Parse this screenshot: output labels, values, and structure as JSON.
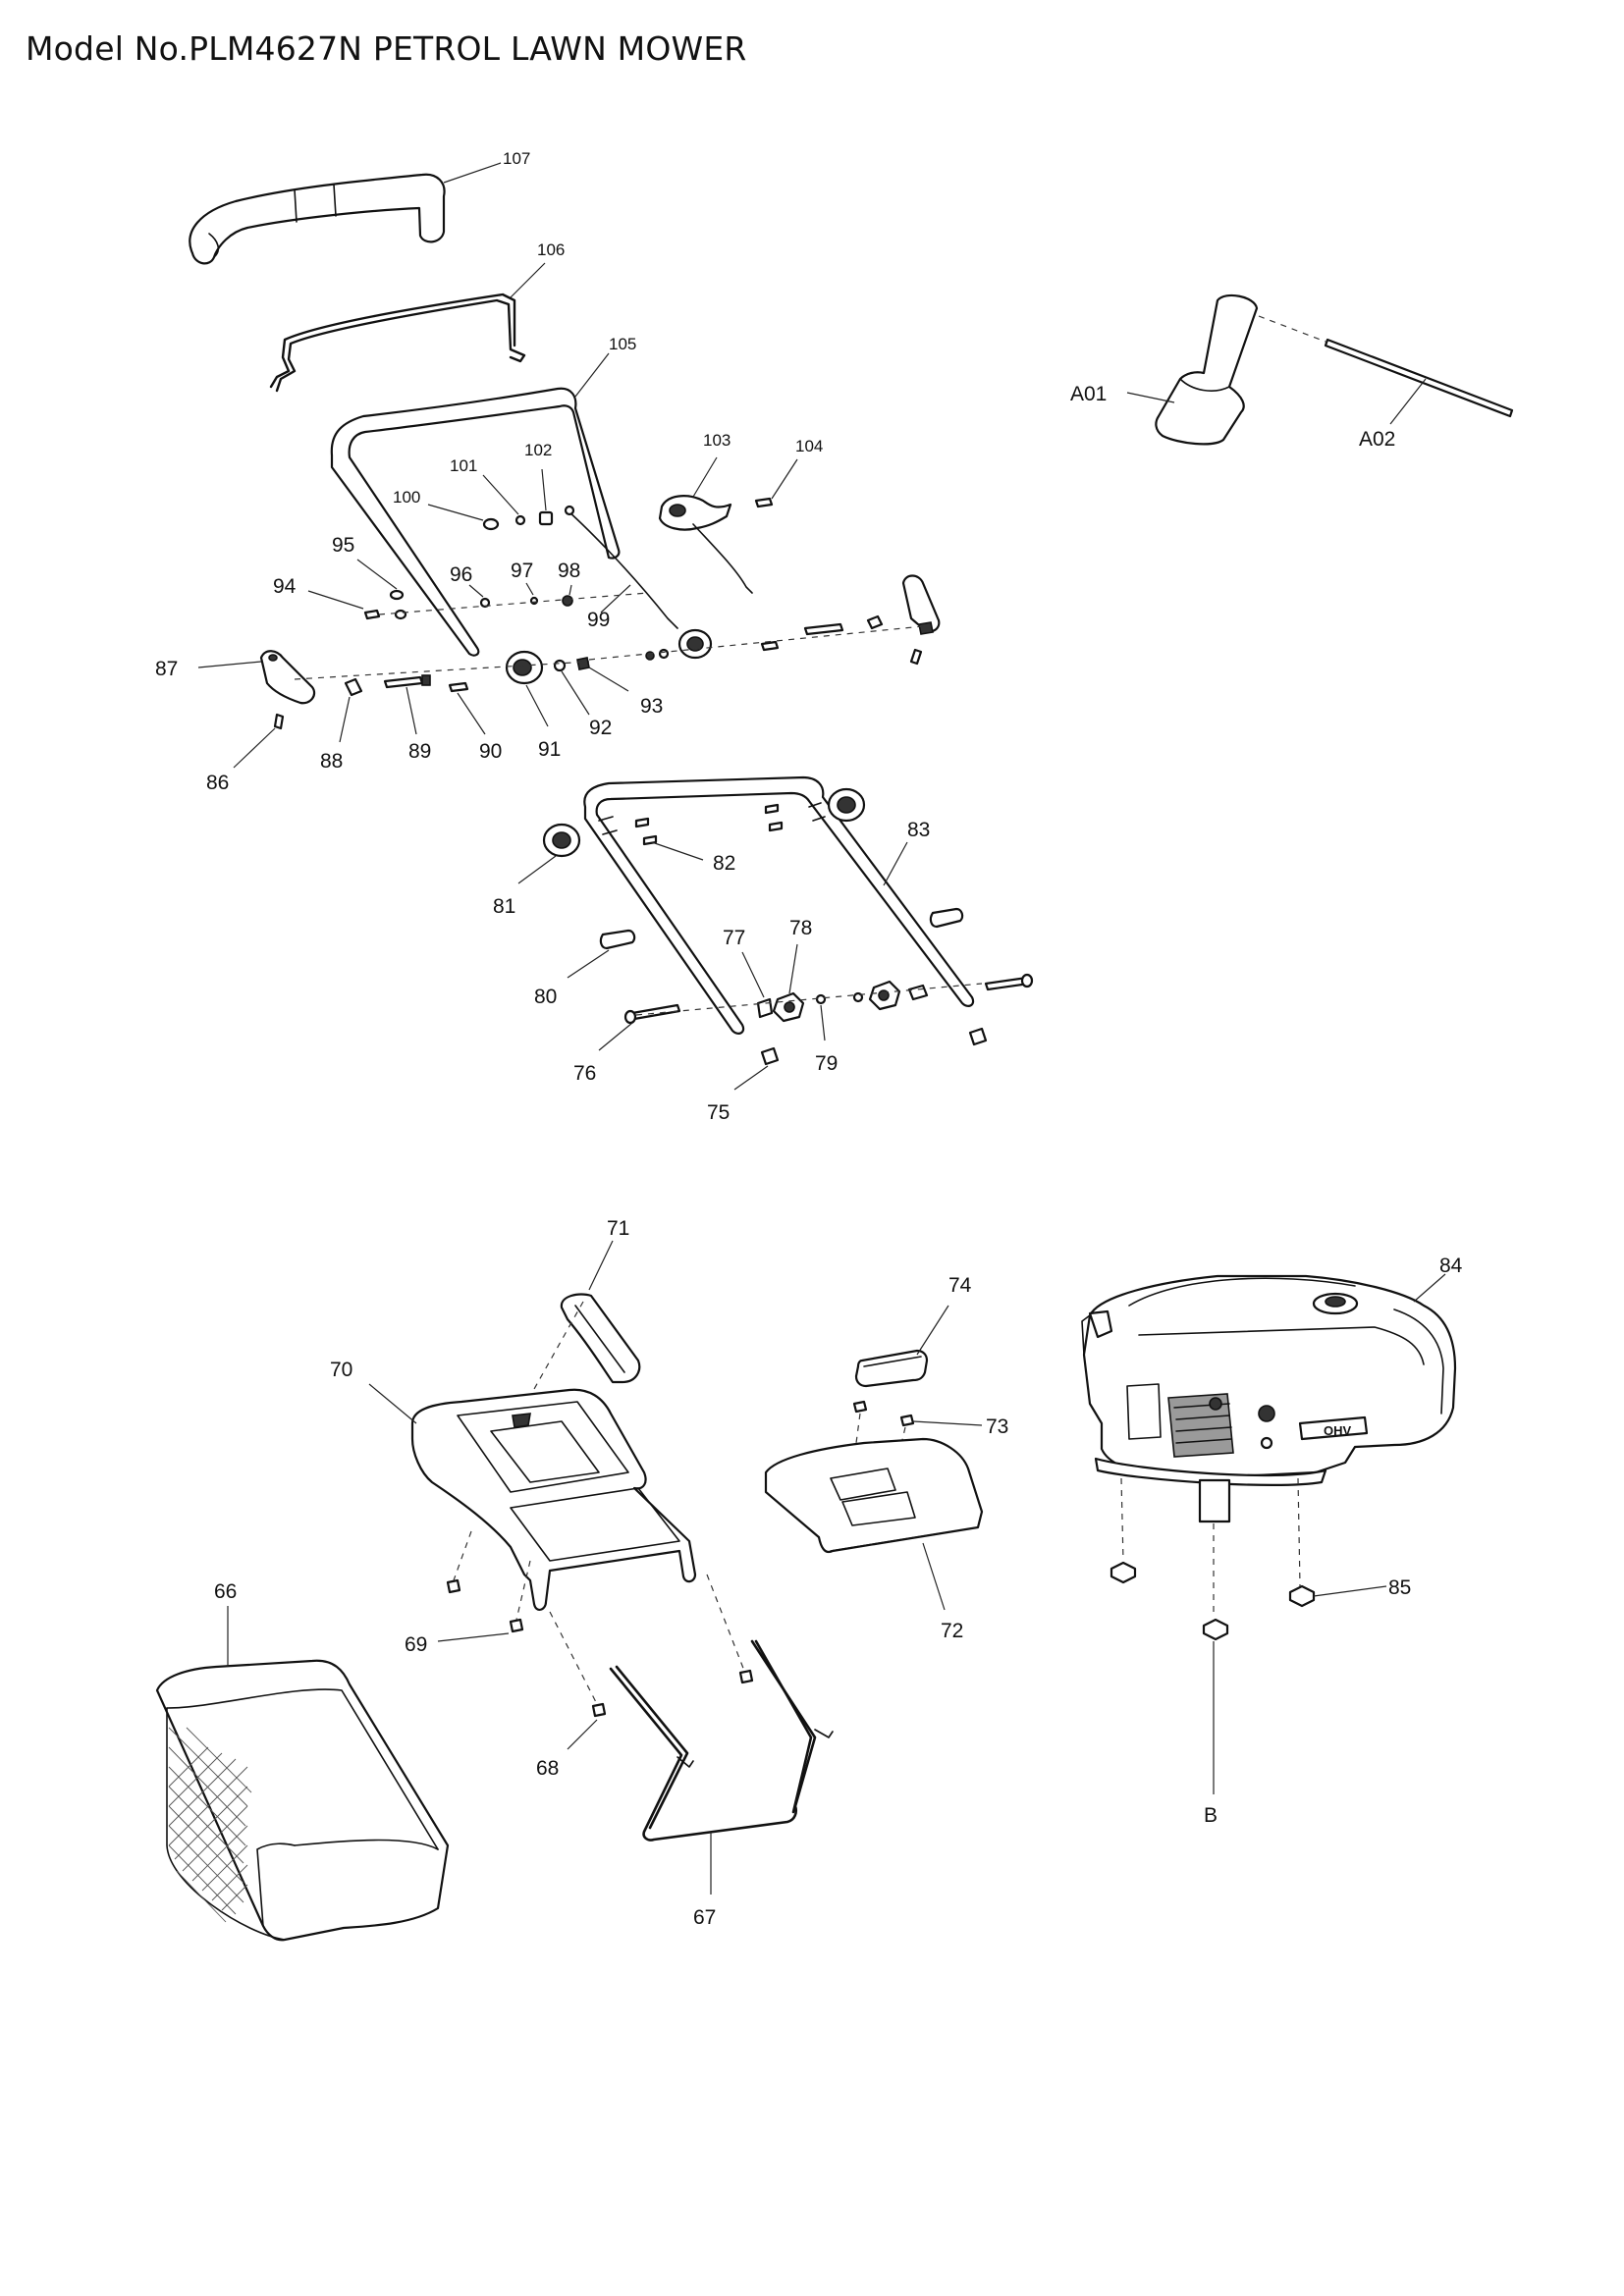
{
  "title": "Model No.PLM4627N PETROL LAWN MOWER",
  "callouts": {
    "p107": "107",
    "p106": "106",
    "p105": "105",
    "p104": "104",
    "p103": "103",
    "p102": "102",
    "p101": "101",
    "p100": "100",
    "p99": "99",
    "p98": "98",
    "p97": "97",
    "p96": "96",
    "p95": "95",
    "p94": "94",
    "p93": "93",
    "p92": "92",
    "p91": "91",
    "p90": "90",
    "p89": "89",
    "p88": "88",
    "p87": "87",
    "p86": "86",
    "p85": "85",
    "p84": "84",
    "p83": "83",
    "p82": "82",
    "p81": "81",
    "p80": "80",
    "p79": "79",
    "p78": "78",
    "p77": "77",
    "p76": "76",
    "p75": "75",
    "p74": "74",
    "p73": "73",
    "p72": "72",
    "p71": "71",
    "p70": "70",
    "p69": "69",
    "p68": "68",
    "p67": "67",
    "p66": "66",
    "a01": "A01",
    "a02": "A02",
    "b": "B"
  },
  "engine_badge": "OHV"
}
